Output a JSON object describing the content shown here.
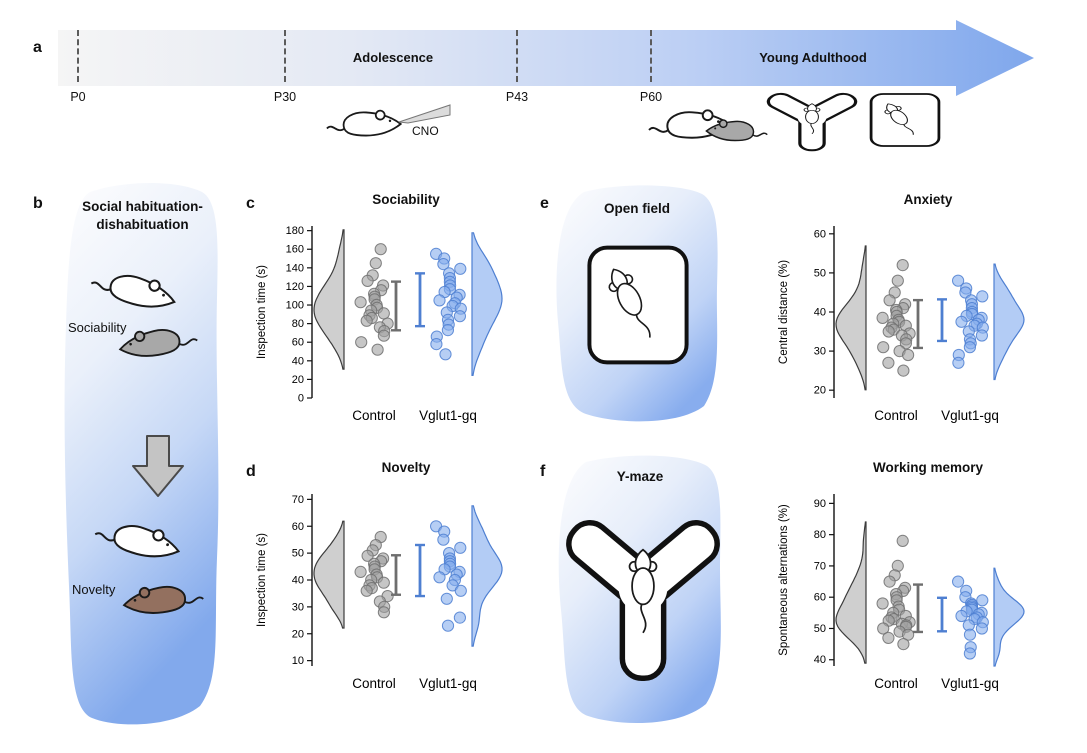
{
  "colors": {
    "control_fill": "#a0a0a0",
    "control_stroke": "#6e6e6e",
    "treated_fill": "#85aeec",
    "treated_stroke": "#4e7fd1",
    "violin_gray": "#cfcfcf",
    "violin_gray_stroke": "#3c3c3c",
    "violin_blue": "#b3ccf5",
    "violin_blue_stroke": "#4e7fd1",
    "errorbar_gray": "#6e6e6e",
    "errorbar_blue": "#4e7fd1",
    "timeline_blue": "#7fa7ec"
  },
  "panel_a": {
    "label": "a",
    "timepoints": [
      "P0",
      "P30",
      "P43",
      "P60"
    ],
    "adolescence": "Adolescence",
    "young_adulthood": "Young Adulthood",
    "cno": "CNO"
  },
  "panel_b": {
    "label": "b",
    "title_line1": "Social habituation-",
    "title_line2": "dishabituation",
    "sociability": "Sociability",
    "novelty": "Novelty"
  },
  "panel_c": {
    "label": "c"
  },
  "panel_d": {
    "label": "d"
  },
  "panel_e": {
    "label": "e",
    "title": "Open field"
  },
  "panel_f": {
    "label": "f",
    "title": "Y-maze"
  },
  "icons": {
    "timeline_arrow": "gradient right-arrow timeline",
    "cno_pipette": "gavage pipette triangle",
    "mouse_side": "mouse side view",
    "mouse_top": "mouse top view",
    "y_maze": "Y-maze outline",
    "open_field": "open-field arena outline",
    "down_arrow": "block arrow pointing down"
  },
  "chart_data": [
    {
      "id": "sociability",
      "type": "scatter",
      "style": "raincloud",
      "title": "Sociability",
      "ylabel": "Inspection time (s)",
      "ylim": [
        0,
        185
      ],
      "yticks": [
        0,
        20,
        40,
        60,
        80,
        100,
        120,
        140,
        160,
        180
      ],
      "categories": [
        "Control",
        "Vglut1-gq"
      ],
      "legend": "none",
      "series": [
        {
          "name": "Control",
          "values": [
            160,
            145,
            132,
            126,
            121,
            116,
            112,
            109,
            106,
            103,
            100,
            97,
            94,
            91,
            89,
            86,
            83,
            80,
            76,
            72,
            67,
            60,
            52
          ]
        },
        {
          "name": "Vglut1-gq",
          "values": [
            155,
            150,
            144,
            139,
            134,
            129,
            125,
            121,
            117,
            114,
            111,
            108,
            105,
            102,
            99,
            96,
            92,
            88,
            84,
            79,
            73,
            66,
            58,
            47
          ]
        }
      ]
    },
    {
      "id": "novelty",
      "type": "scatter",
      "style": "raincloud",
      "title": "Novelty",
      "ylabel": "Inspection time (s)",
      "ylim": [
        8,
        72
      ],
      "yticks": [
        10,
        20,
        30,
        40,
        50,
        60,
        70
      ],
      "categories": [
        "Control",
        "Vglut1-gq"
      ],
      "legend": "none",
      "series": [
        {
          "name": "Control",
          "values": [
            56,
            53,
            51,
            49,
            48,
            47,
            46,
            45,
            44,
            43,
            42,
            41,
            40,
            39,
            38,
            37,
            36,
            34,
            32,
            30,
            28
          ]
        },
        {
          "name": "Vglut1-gq",
          "values": [
            60,
            58,
            55,
            52,
            50,
            48,
            47,
            46,
            45,
            44,
            43,
            42,
            41,
            40,
            38,
            36,
            33,
            26,
            23
          ]
        }
      ]
    },
    {
      "id": "anxiety",
      "type": "scatter",
      "style": "raincloud",
      "title": "Anxiety",
      "ylabel": "Central distance (%)",
      "ylim": [
        18,
        62
      ],
      "yticks": [
        20,
        30,
        40,
        50,
        60
      ],
      "categories": [
        "Control",
        "Vglut1-gq"
      ],
      "legend": "none",
      "series": [
        {
          "name": "Control",
          "values": [
            52,
            48,
            45,
            43,
            42,
            41,
            40.5,
            40,
            39,
            38.5,
            38,
            37.5,
            37,
            36.5,
            36,
            35.5,
            35,
            34.5,
            34,
            33,
            32,
            31,
            30,
            29,
            27,
            25
          ]
        },
        {
          "name": "Vglut1-gq",
          "values": [
            48,
            46,
            45,
            44,
            43,
            42,
            41,
            40,
            39.5,
            39,
            38.5,
            38,
            37.5,
            37,
            36.5,
            36,
            35,
            34,
            33,
            32,
            31,
            29,
            27
          ]
        }
      ]
    },
    {
      "id": "working_memory",
      "type": "scatter",
      "style": "raincloud",
      "title": "Working memory",
      "ylabel": "Spontaneous alternations (%)",
      "ylim": [
        38,
        93
      ],
      "yticks": [
        40,
        50,
        60,
        70,
        80,
        90
      ],
      "categories": [
        "Control",
        "Vglut1-gq"
      ],
      "legend": "none",
      "series": [
        {
          "name": "Control",
          "values": [
            78,
            70,
            67,
            65,
            63,
            62,
            61,
            60,
            59,
            58,
            57,
            56,
            55,
            54,
            53.5,
            53,
            52.5,
            52,
            51.5,
            51,
            50.5,
            50,
            49,
            48,
            47,
            45
          ]
        },
        {
          "name": "Vglut1-gq",
          "values": [
            65,
            62,
            60,
            59,
            58,
            57.5,
            57,
            56.5,
            56,
            55.5,
            55,
            54.5,
            54,
            53.5,
            53,
            52,
            51,
            50,
            48,
            44,
            42
          ]
        }
      ]
    }
  ]
}
